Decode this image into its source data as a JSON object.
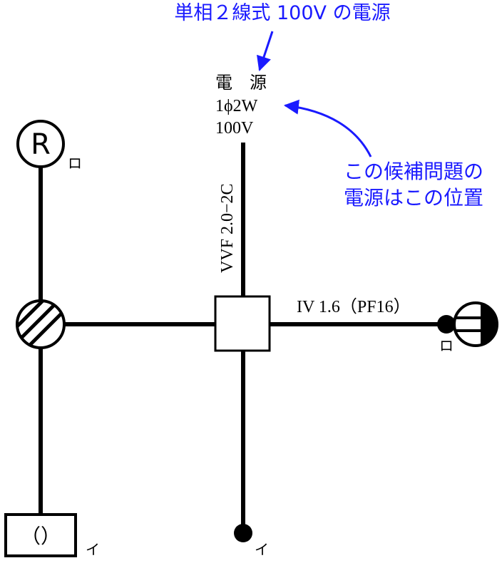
{
  "colors": {
    "annotation": "#1a1aff",
    "line": "#000000",
    "background": "#ffffff"
  },
  "annotations": {
    "top_note": "単相２線式 100V の電源",
    "side_note_line1": "この候補問題の",
    "side_note_line2": "電源はこの位置"
  },
  "power_source": {
    "label_line1": "電　源",
    "label_line2": "1ϕ2W",
    "label_line3": "100V"
  },
  "cables": {
    "vertical_cable": "VVF 2.0−2C",
    "horizontal_cable": "IV 1.6（PF16）"
  },
  "devices": {
    "receptacle_letter": "R",
    "receptacle_circuit": "ロ",
    "right_lamp_circuit": "ロ",
    "switch_box_symbol": "（）",
    "switch_box_circuit": "イ",
    "bottom_terminal_circuit": "イ"
  },
  "icons": {
    "receptacle": "receptacle-r-icon",
    "lamp_left": "hatched-lamp-icon",
    "lamp_right": "ceiling-lamp-icon",
    "junction_box": "junction-box-icon",
    "switch_box": "switch-box-icon"
  }
}
